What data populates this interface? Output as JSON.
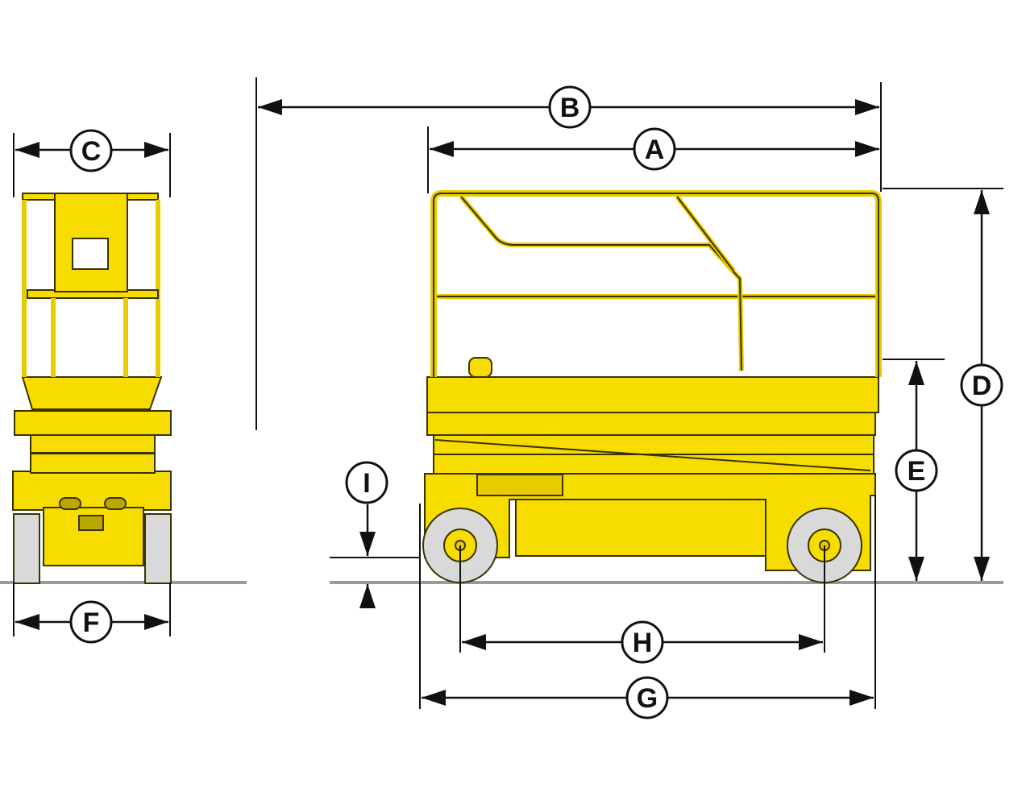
{
  "dimension_labels": {
    "A": "A",
    "B": "B",
    "C": "C",
    "D": "D",
    "E": "E",
    "F": "F",
    "G": "G",
    "H": "H",
    "I": "I"
  },
  "colors": {
    "machine_yellow": "#f7dc00",
    "machine_outline": "#3a3200",
    "wheel_gray": "#d9d9d9",
    "ground_gray": "#9a9a9a",
    "dimension_line": "#111111"
  }
}
